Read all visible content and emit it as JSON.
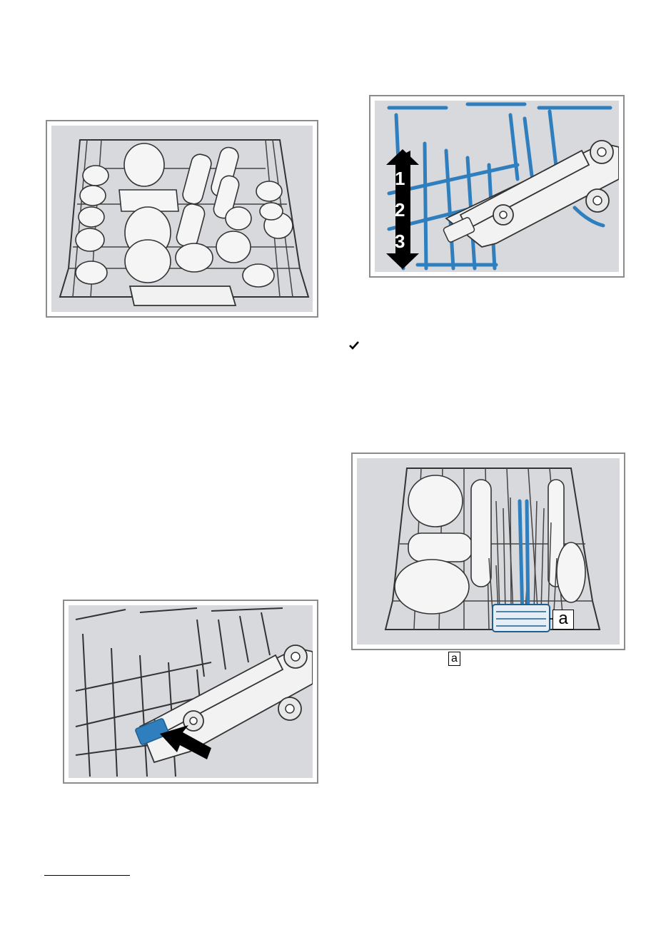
{
  "figures": {
    "rack_adjust": {
      "level_numbers": [
        "1",
        "2",
        "3"
      ]
    },
    "lower_basket": {
      "callout": "a"
    }
  },
  "text": {
    "callout_ref": "a"
  },
  "icons": {
    "checkmark": "checkmark-icon",
    "arrow": "push-arrow-icon"
  },
  "colors": {
    "figure_bg": "#d7d9dc",
    "figure_border": "#8c8c8c",
    "accent_blue": "#2f7fbf"
  }
}
